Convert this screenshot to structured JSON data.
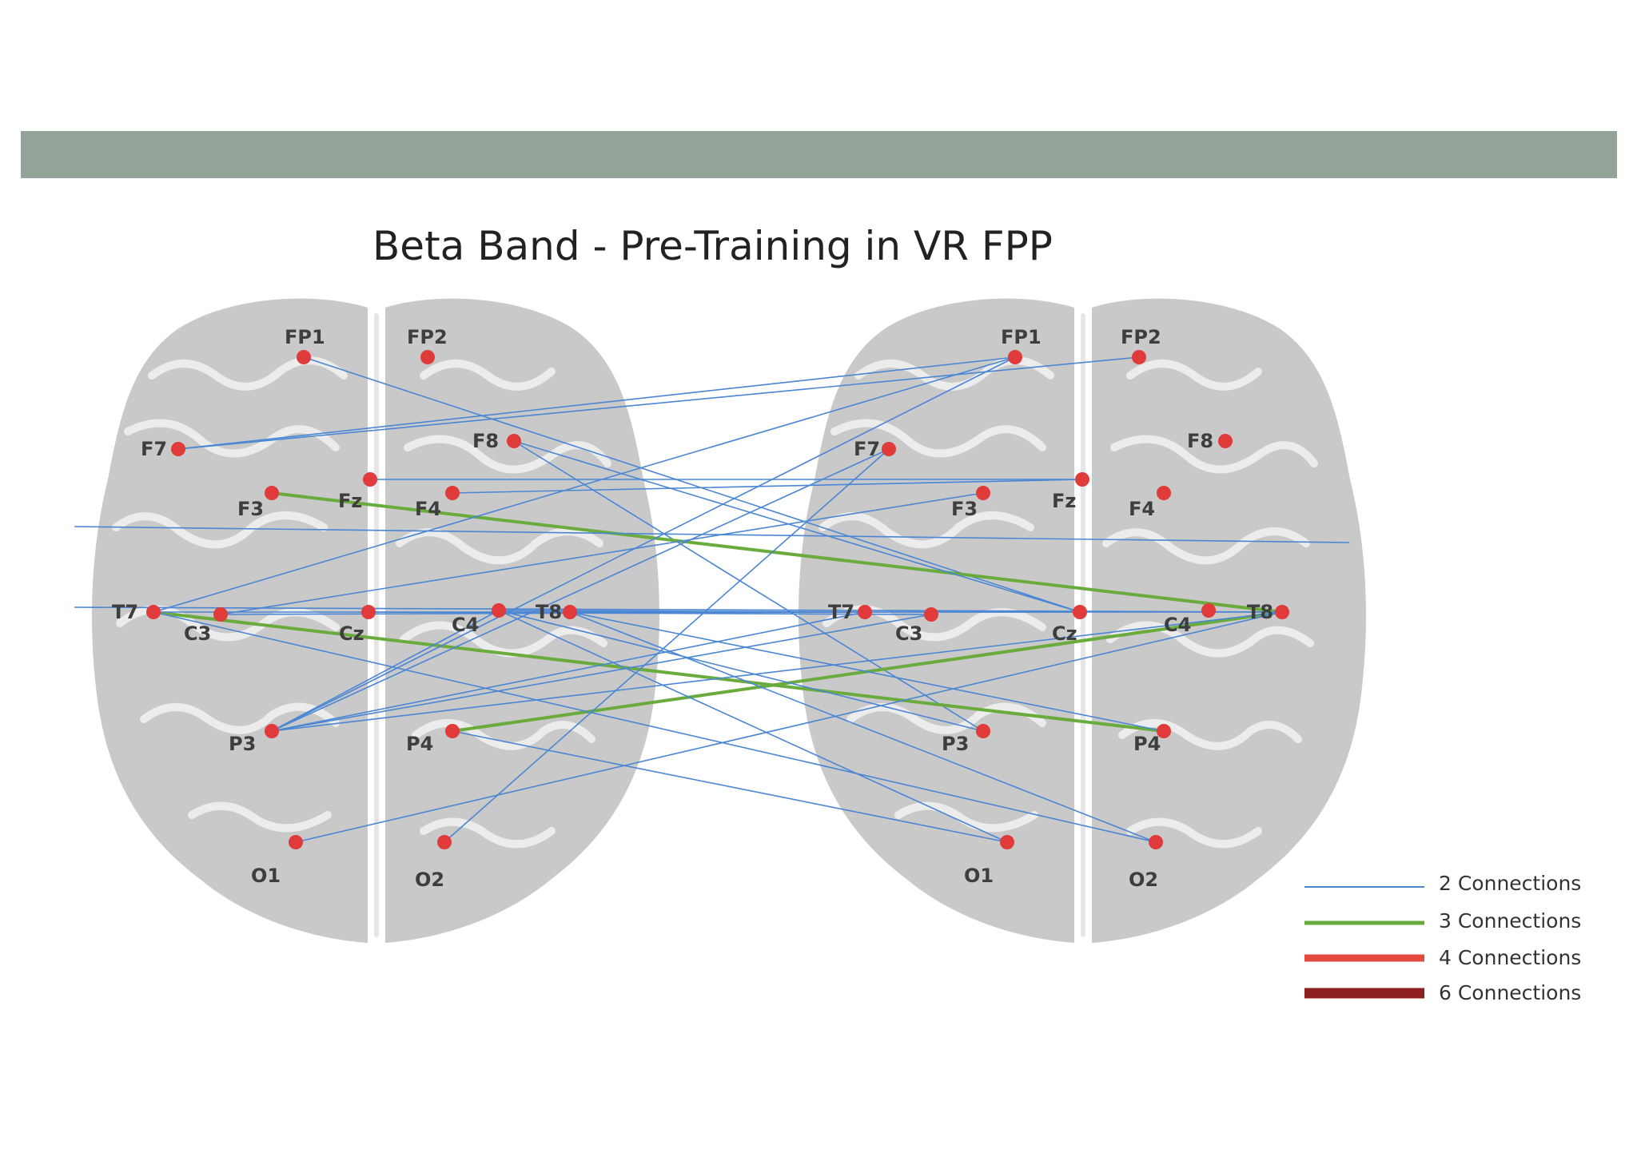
{
  "title": "Beta Band - Pre-Training in VR FPP",
  "colors": {
    "header_bar": "#93a398",
    "brain": "#c9c9c9",
    "electrode": "#e03a3a",
    "two": "#4a86d4",
    "three": "#6aab3e",
    "four": "#e34a3f",
    "six": "#8e1f1f"
  },
  "electrodes": [
    {
      "label": "FP1"
    },
    {
      "label": "FP2"
    },
    {
      "label": "F7"
    },
    {
      "label": "F8"
    },
    {
      "label": "F3"
    },
    {
      "label": "Fz"
    },
    {
      "label": "F4"
    },
    {
      "label": "T7"
    },
    {
      "label": "C3"
    },
    {
      "label": "Cz"
    },
    {
      "label": "C4"
    },
    {
      "label": "T8"
    },
    {
      "label": "P3"
    },
    {
      "label": "P4"
    },
    {
      "label": "O1"
    },
    {
      "label": "O2"
    }
  ],
  "connections": [
    {
      "from": "L.FP1",
      "to": "R.Cz",
      "strength": 2
    },
    {
      "from": "L.F7",
      "to": "R.FP1",
      "strength": 2
    },
    {
      "from": "L.F7",
      "to": "R.FP2",
      "strength": 2
    },
    {
      "from": "L.F8",
      "to": "R.P3",
      "strength": 2
    },
    {
      "from": "L.Fz",
      "to": "R.Fz",
      "strength": 2
    },
    {
      "from": "L.F4",
      "to": "R.Fz",
      "strength": 2
    },
    {
      "from": "L.F3",
      "to": "R.T8",
      "strength": 3
    },
    {
      "from": "L.T7",
      "to": "R.P4",
      "strength": 3
    },
    {
      "from": "L.P4",
      "to": "R.T8",
      "strength": 3
    },
    {
      "from": "L.T7",
      "to": "R.FP1",
      "strength": 2
    },
    {
      "from": "L.T7",
      "to": "R.T8",
      "strength": 2
    },
    {
      "from": "L.C3",
      "to": "R.F3",
      "strength": 2
    },
    {
      "from": "L.C3",
      "to": "R.T7",
      "strength": 2
    },
    {
      "from": "L.T7",
      "to": "R.O2",
      "strength": 2
    },
    {
      "from": "L.Cz",
      "to": "R.C3",
      "strength": 2
    },
    {
      "from": "L.C4",
      "to": "R.T7",
      "strength": 2
    },
    {
      "from": "L.C4",
      "to": "R.O1",
      "strength": 2
    },
    {
      "from": "L.T8",
      "to": "R.O2",
      "strength": 2
    },
    {
      "from": "L.P3",
      "to": "R.FP1",
      "strength": 2
    },
    {
      "from": "L.P3",
      "to": "R.F7",
      "strength": 2
    },
    {
      "from": "L.P3",
      "to": "R.C3",
      "strength": 2
    },
    {
      "from": "L.P3",
      "to": "R.T7",
      "strength": 2
    },
    {
      "from": "L.P3",
      "to": "R.T8",
      "strength": 2
    },
    {
      "from": "L.P3",
      "to": "L.C4",
      "strength": 2
    },
    {
      "from": "L.P4",
      "to": "R.O1",
      "strength": 2
    },
    {
      "from": "L.O1",
      "to": "R.T8",
      "strength": 2
    },
    {
      "from": "L.O2",
      "to": "R.F7",
      "strength": 2
    },
    {
      "from": "L.F8",
      "to": "R.Cz",
      "strength": 2
    },
    {
      "from": "L.C4",
      "to": "R.P3",
      "strength": 2
    },
    {
      "from": "L.T8",
      "to": "R.Cz",
      "strength": 2
    },
    {
      "from": "L.T8",
      "to": "R.P4",
      "strength": 2
    }
  ],
  "extra_lines": [
    {
      "strength": 2
    },
    {
      "strength": 2
    }
  ],
  "legend": [
    {
      "label": "2 Connections",
      "strength": 2
    },
    {
      "label": "3 Connections",
      "strength": 3
    },
    {
      "label": "4 Connections",
      "strength": 4
    },
    {
      "label": "6 Connections",
      "strength": 6
    }
  ]
}
